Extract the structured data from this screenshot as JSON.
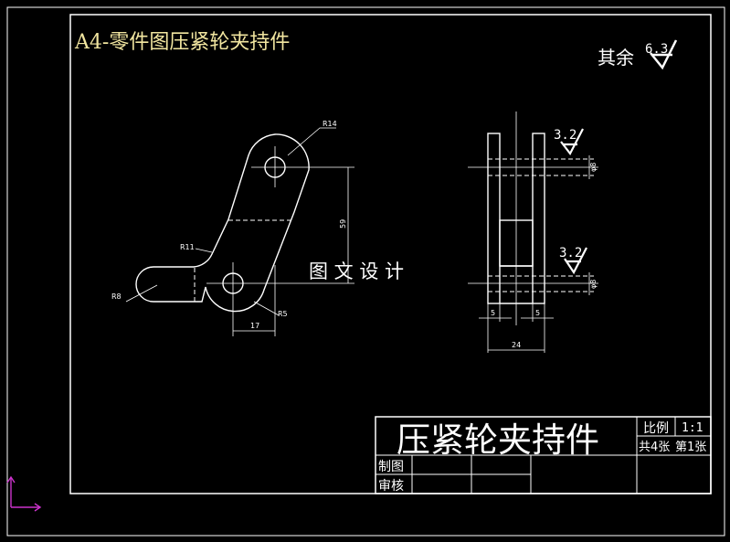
{
  "sheet_title": "A4-零件图压紧轮夹持件",
  "watermark": "图 文 设 计",
  "surface_finish": {
    "general_prefix": "其余",
    "general_value": "6.3",
    "side_upper_value": "3.2",
    "side_lower_value": "3.2"
  },
  "front_view_dims": {
    "r14": "R14",
    "r11": "R11",
    "r8": "R8",
    "r5": "R5",
    "d59": "59",
    "d17": "17"
  },
  "side_view_dims": {
    "phi_upper": "φ8",
    "phi_lower": "φ8",
    "w_left": "5",
    "w_right": "5",
    "w_total": "24"
  },
  "title_block": {
    "part_name": "压紧轮夹持件",
    "scale_label": "比例",
    "scale_value": "1:1",
    "sheets_total": "共4张",
    "sheet_index": "第1张",
    "drawn_by": "制图",
    "checked_by": "审核"
  },
  "colors": {
    "background": "#000000",
    "line": "#ffffff",
    "title_text": "#f2e6a0",
    "ucs_icon": "#cc33cc"
  }
}
